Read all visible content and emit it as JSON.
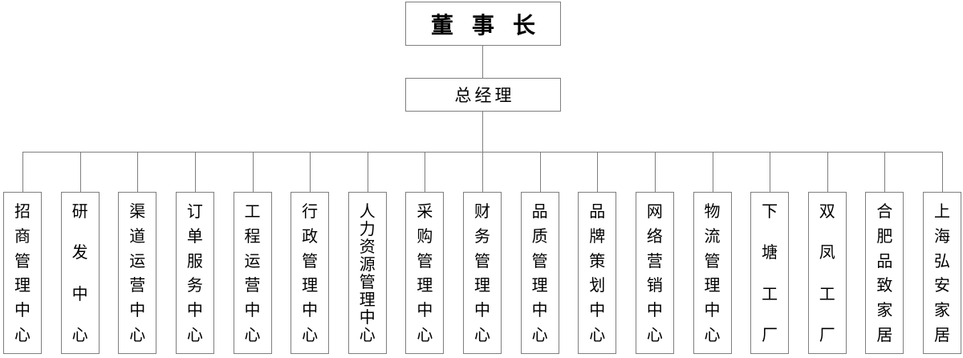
{
  "org": {
    "chairman": "董事长",
    "general_manager": "总经理",
    "departments": [
      "招商管理中心",
      "研发中心",
      "渠道运营中心",
      "订单服务中心",
      "工程运营中心",
      "行政管理中心",
      "人力资源管理中心",
      "采购管理中心",
      "财务管理中心",
      "品质管理中心",
      "品牌策划中心",
      "网络营销中心",
      "物流管理中心",
      "下塘工厂",
      "双凤工厂",
      "合肥品致家居",
      "上海弘安家居"
    ]
  },
  "colors": {
    "line": "#7f7f7f",
    "text": "#000000",
    "background": "#ffffff"
  }
}
